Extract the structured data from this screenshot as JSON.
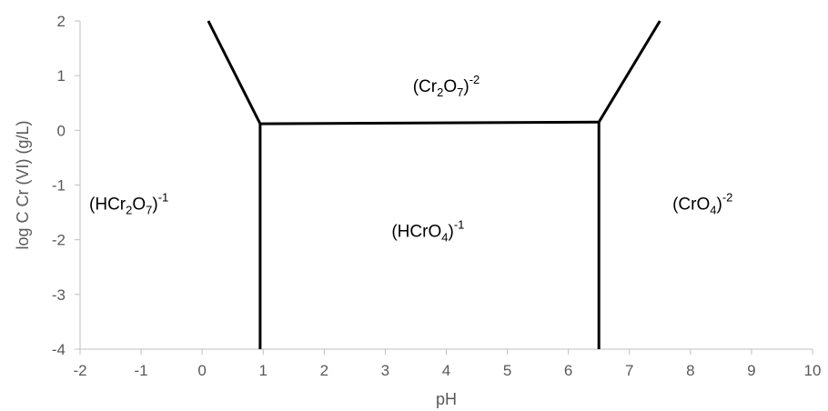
{
  "chart_data": {
    "type": "line",
    "title": "",
    "xlabel": "pH",
    "ylabel": "log C Cr (VI)  (g/L)",
    "xlim": [
      -2,
      10
    ],
    "ylim": [
      -4,
      2
    ],
    "xticks": [
      "-2",
      "-1",
      "0",
      "1",
      "2",
      "3",
      "4",
      "5",
      "6",
      "7",
      "8",
      "9",
      "10"
    ],
    "yticks": [
      "2",
      "1",
      "0",
      "-1",
      "-2",
      "-3",
      "-4"
    ],
    "grid": false,
    "legend": "none",
    "line_color": "#000000",
    "axis_color": "#bfbfbf",
    "text_color": "#595959",
    "series": [
      {
        "points": [
          [
            0.1,
            2
          ],
          [
            0.95,
            0.12
          ]
        ]
      },
      {
        "points": [
          [
            0.95,
            0.12
          ],
          [
            0.95,
            -4
          ]
        ]
      },
      {
        "points": [
          [
            0.95,
            0.12
          ],
          [
            6.5,
            0.15
          ]
        ]
      },
      {
        "points": [
          [
            6.5,
            0.15
          ],
          [
            6.5,
            -4
          ]
        ]
      },
      {
        "points": [
          [
            6.5,
            0.15
          ],
          [
            7.5,
            2
          ]
        ]
      }
    ],
    "regions": [
      {
        "key": "cr2o7",
        "base": "(Cr",
        "sub1": "2",
        "mid": "O",
        "sub2": "7",
        "close": ")",
        "sup": "-2",
        "at": [
          4.0,
          0.7
        ]
      },
      {
        "key": "hcr2o7",
        "base": "(HCr",
        "sub1": "2",
        "mid": "O",
        "sub2": "7",
        "close": ")",
        "sup": "-1",
        "at": [
          -1.2,
          -1.45
        ]
      },
      {
        "key": "hcro4",
        "base": "(HCrO",
        "sub1": "4",
        "mid": "",
        "sub2": "",
        "close": ")",
        "sup": "-1",
        "at": [
          3.7,
          -1.95
        ]
      },
      {
        "key": "cro4",
        "base": "(CrO",
        "sub1": "4",
        "mid": "",
        "sub2": "",
        "close": ")",
        "sup": "-2",
        "at": [
          8.2,
          -1.45
        ]
      }
    ]
  }
}
